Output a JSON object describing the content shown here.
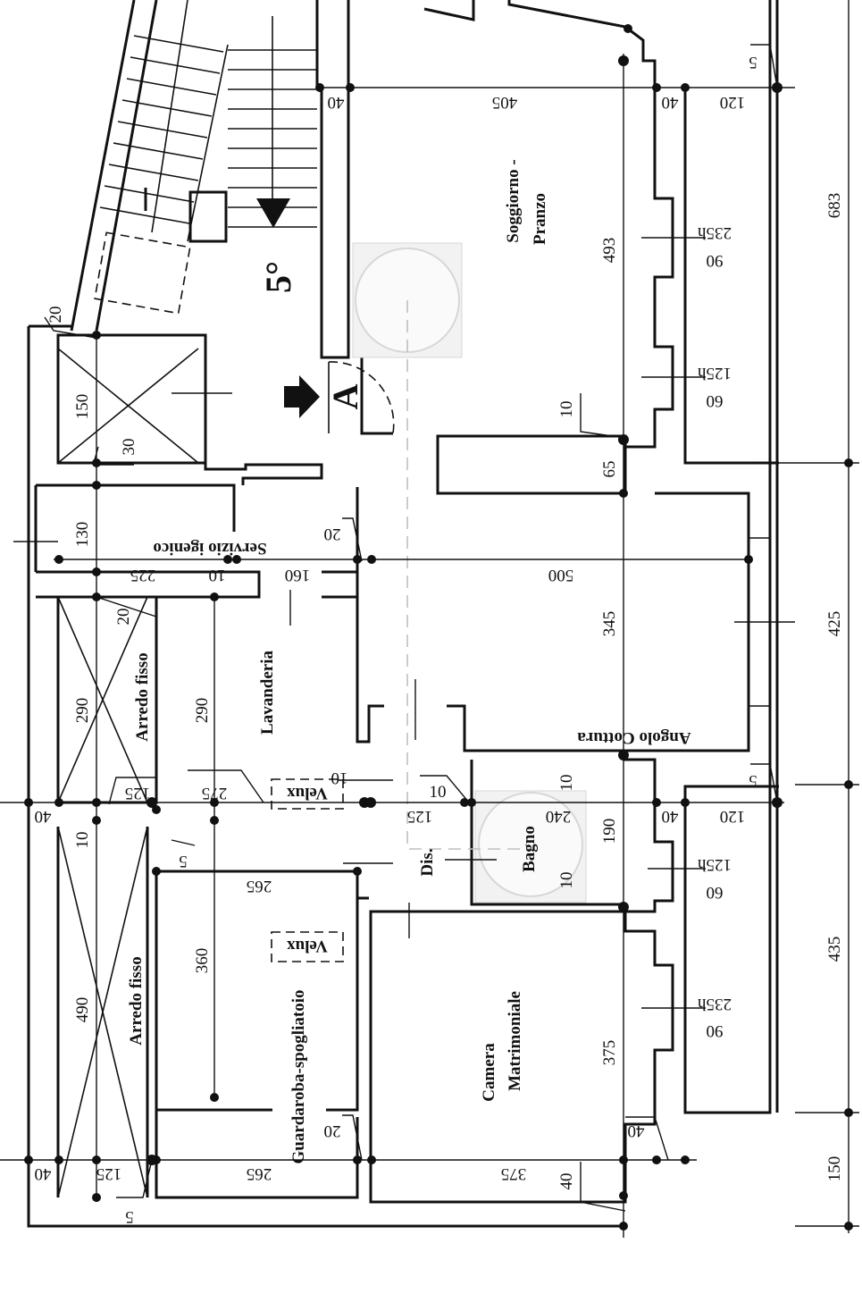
{
  "floor": {
    "level": "5°",
    "entrance": "A"
  },
  "rooms": {
    "living": "Soggiorno -",
    "living_2": "Pranzo",
    "kitchen": "Angolo Cottura",
    "bathroom": "Servizio igenico",
    "laundry": "Lavanderia",
    "fixed_1": "Arredo fisso",
    "fixed_2": "Arredo fisso",
    "corridor": "Dis.",
    "bath2": "Bagno",
    "wardrobe": "Guardaroba-spogliatoio",
    "bedroom": "Camera",
    "bedroom_2": "Matrimoniale",
    "velux_1": "Velux",
    "velux_2": "Velux"
  },
  "dims": {
    "d405": "405",
    "d40a": "40",
    "d40b": "40",
    "d120a": "120",
    "d5a": "5",
    "d493": "493",
    "d235a": "235h",
    "d90a": "90",
    "d125a": "125h",
    "d60a": "60",
    "d10a": "10",
    "d65": "65",
    "d683": "683",
    "d20a": "20",
    "d150": "150",
    "d30": "30",
    "d130": "130",
    "d225": "225",
    "d10b": "10",
    "d160": "160",
    "d20b": "20",
    "d500": "500",
    "d345": "345",
    "d425": "425",
    "d20c": "20",
    "d290a": "290",
    "d290b": "290",
    "d125b": "125",
    "d275": "275",
    "d10c": "10",
    "d10d": "10",
    "d10e": "10",
    "d40c": "40",
    "d10f": "10",
    "d5b": "5",
    "d125c": "125",
    "d240": "240",
    "d190": "190",
    "d40d": "40",
    "d120b": "120",
    "d5c": "5",
    "d265a": "265",
    "d360": "360",
    "d490": "490",
    "d125d": "125h",
    "d60b": "60",
    "d10g": "10",
    "d435": "435",
    "d235b": "235h",
    "d90b": "90",
    "d375a": "375",
    "d20d": "20",
    "d40e": "40",
    "d40f": "40",
    "d125e": "125",
    "d265b": "265",
    "d375b": "375",
    "d40g": "40",
    "d150b": "150",
    "d5d": "5"
  }
}
